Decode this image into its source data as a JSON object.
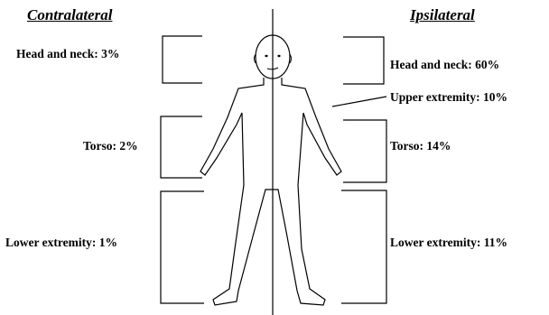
{
  "headings": {
    "contralateral": "Contralateral",
    "ipsilateral": "Ipsilateral"
  },
  "contralateral": {
    "head_and_neck": "Head and neck: 3%",
    "torso": "Torso: 2%",
    "lower_extremity": "Lower extremity: 1%"
  },
  "ipsilateral": {
    "head_and_neck": "Head and neck: 60%",
    "upper_extremity": "Upper extremity: 10%",
    "torso": "Torso: 14%",
    "lower_extremity": "Lower extremity: 11%"
  },
  "colors": {
    "line": "#000000",
    "background": "#ffffff"
  }
}
